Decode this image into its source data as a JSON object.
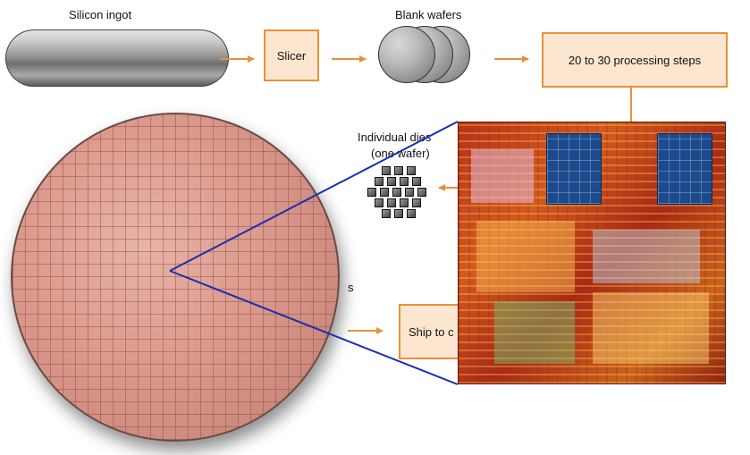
{
  "labels": {
    "silicon_ingot": "Silicon ingot",
    "blank_wafers": "Blank wafers",
    "individual_dies_line1": "Individual dies",
    "individual_dies_line2": "(one wafer)",
    "stray_s": "s"
  },
  "boxes": {
    "slicer": "Slicer",
    "processing": "20 to 30 processing steps",
    "ship": "Ship to c"
  },
  "colors": {
    "arrow": "#e8913a",
    "box_fill": "#fde6cf",
    "box_border": "#e8913a",
    "zoom_lines": "#1a2fb0"
  }
}
